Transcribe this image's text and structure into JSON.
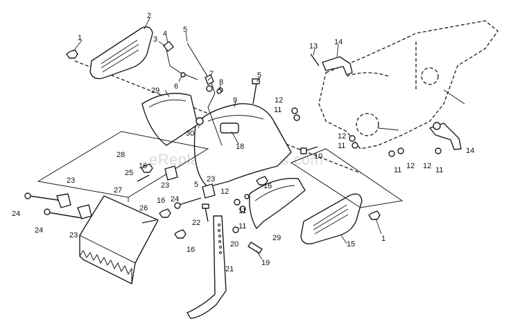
{
  "watermark": "eReplacementParts.com",
  "callouts": [
    {
      "id": "c1a",
      "text": "1"
    },
    {
      "id": "c2",
      "text": "2"
    },
    {
      "id": "c3",
      "text": "3"
    },
    {
      "id": "c4",
      "text": "4"
    },
    {
      "id": "c5a",
      "text": "5"
    },
    {
      "id": "c5b",
      "text": "5"
    },
    {
      "id": "c5c",
      "text": "5"
    },
    {
      "id": "c6",
      "text": "6"
    },
    {
      "id": "c7",
      "text": "7"
    },
    {
      "id": "c8",
      "text": "8"
    },
    {
      "id": "c9",
      "text": "9"
    },
    {
      "id": "c10",
      "text": "10"
    },
    {
      "id": "c11a",
      "text": "11"
    },
    {
      "id": "c11b",
      "text": "11"
    },
    {
      "id": "c11c",
      "text": "11"
    },
    {
      "id": "c11d",
      "text": "11"
    },
    {
      "id": "c11e",
      "text": "11"
    },
    {
      "id": "c11f",
      "text": "11"
    },
    {
      "id": "c12a",
      "text": "12"
    },
    {
      "id": "c12b",
      "text": "12"
    },
    {
      "id": "c12c",
      "text": "12"
    },
    {
      "id": "c12d",
      "text": "12"
    },
    {
      "id": "c12e",
      "text": "12"
    },
    {
      "id": "c13",
      "text": "13"
    },
    {
      "id": "c14a",
      "text": "14"
    },
    {
      "id": "c14b",
      "text": "14"
    },
    {
      "id": "c15",
      "text": "15"
    },
    {
      "id": "c16a",
      "text": "16"
    },
    {
      "id": "c16b",
      "text": "16"
    },
    {
      "id": "c16c",
      "text": "16"
    },
    {
      "id": "c16d",
      "text": "16"
    },
    {
      "id": "c18",
      "text": "18"
    },
    {
      "id": "c19",
      "text": "19"
    },
    {
      "id": "c20",
      "text": "20"
    },
    {
      "id": "c21",
      "text": "21"
    },
    {
      "id": "c22",
      "text": "22"
    },
    {
      "id": "c23a",
      "text": "23"
    },
    {
      "id": "c23b",
      "text": "23"
    },
    {
      "id": "c23c",
      "text": "23"
    },
    {
      "id": "c23d",
      "text": "23"
    },
    {
      "id": "c24a",
      "text": "24"
    },
    {
      "id": "c24b",
      "text": "24"
    },
    {
      "id": "c24c",
      "text": "24"
    },
    {
      "id": "c25",
      "text": "25"
    },
    {
      "id": "c26",
      "text": "26"
    },
    {
      "id": "c27",
      "text": "27"
    },
    {
      "id": "c28",
      "text": "28"
    },
    {
      "id": "c29a",
      "text": "29"
    },
    {
      "id": "c29b",
      "text": "29"
    },
    {
      "id": "c30",
      "text": "30"
    },
    {
      "id": "c1b",
      "text": "1"
    }
  ]
}
